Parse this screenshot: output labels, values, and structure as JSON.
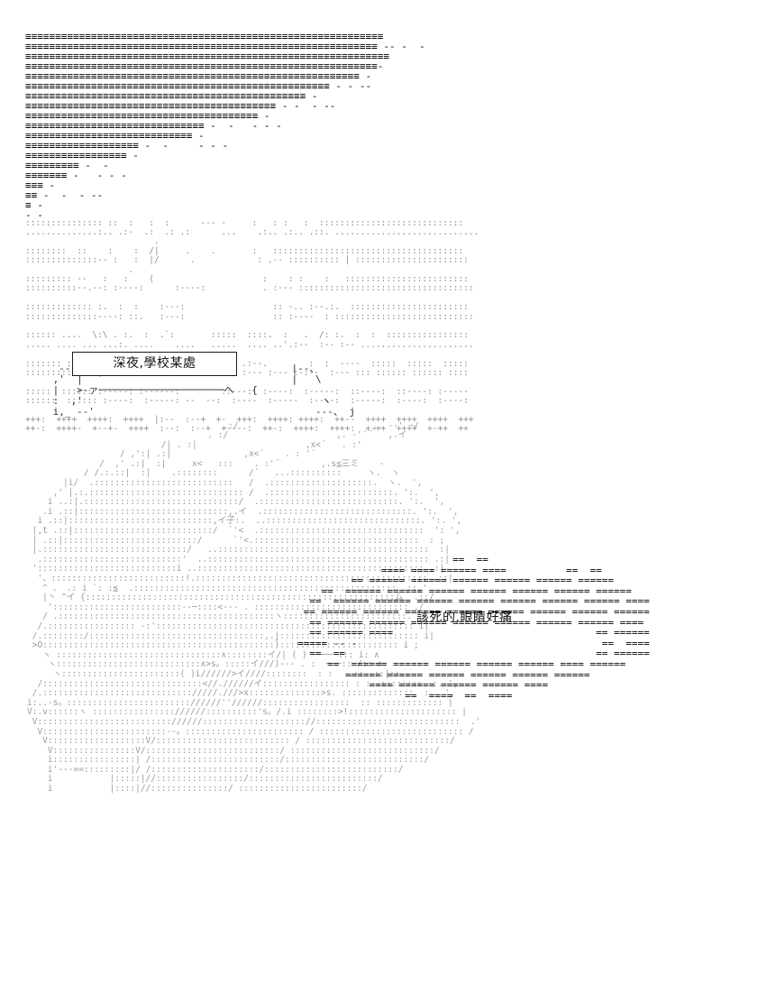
{
  "scene": {
    "kind": "ascii-art-comic-panel",
    "background_color": "#ffffff",
    "ink_color": "#111111",
    "faint_color": "#9a9a9a"
  },
  "caption": {
    "text": "深夜,學校某處",
    "frame_left": "|",
    "frame_right": "|"
  },
  "dialogue": {
    "speaker_line": "該死的,眼睛好痛"
  },
  "sky": {
    "label": "night-sky-band",
    "lines": [
      "≡≡≡≡≡≡≡≡≡≡≡≡≡≡≡≡≡≡≡≡≡≡≡≡≡≡≡≡≡≡≡≡≡≡≡≡≡≡≡≡≡≡≡≡≡≡≡≡≡≡≡≡≡≡≡≡≡≡≡≡",
      "≡≡≡≡≡≡≡≡≡≡≡≡≡≡≡≡≡≡≡≡≡≡≡≡≡≡≡≡≡≡≡≡≡≡≡≡≡≡≡≡≡≡≡≡≡≡≡≡≡≡≡≡≡≡≡≡≡≡≡ -- -  -",
      "≡≡≡≡≡≡≡≡≡≡≡≡≡≡≡≡≡≡≡≡≡≡≡≡≡≡≡≡≡≡≡≡≡≡≡≡≡≡≡≡≡≡≡≡≡≡≡≡≡≡≡≡≡≡≡≡≡≡≡≡≡",
      "≡≡≡≡≡≡≡≡≡≡≡≡≡≡≡≡≡≡≡≡≡≡≡≡≡≡≡≡≡≡≡≡≡≡≡≡≡≡≡≡≡≡≡≡≡≡≡≡≡≡≡≡≡≡≡≡≡≡≡-",
      "≡≡≡≡≡≡≡≡≡≡≡≡≡≡≡≡≡≡≡≡≡≡≡≡≡≡≡≡≡≡≡≡≡≡≡≡≡≡≡≡≡≡≡≡≡≡≡≡≡≡≡≡≡≡≡≡ -",
      "≡≡≡≡≡≡≡≡≡≡≡≡≡≡≡≡≡≡≡≡≡≡≡≡≡≡≡≡≡≡≡≡≡≡≡≡≡≡≡≡≡≡≡≡≡≡≡≡≡≡≡ - - --",
      "≡≡≡≡≡≡≡≡≡≡≡≡≡≡≡≡≡≡≡≡≡≡≡≡≡≡≡≡≡≡≡≡≡≡≡≡≡≡≡≡≡≡≡≡≡≡≡ -",
      "≡≡≡≡≡≡≡≡≡≡≡≡≡≡≡≡≡≡≡≡≡≡≡≡≡≡≡≡≡≡≡≡≡≡≡≡≡≡≡≡≡≡ - -  - --",
      "≡≡≡≡≡≡≡≡≡≡≡≡≡≡≡≡≡≡≡≡≡≡≡≡≡≡≡≡≡≡≡≡≡≡≡≡≡≡≡ -",
      "≡≡≡≡≡≡≡≡≡≡≡≡≡≡≡≡≡≡≡≡≡≡≡≡≡≡≡≡≡≡ -  -   - - -",
      "≡≡≡≡≡≡≡≡≡≡≡≡≡≡≡≡≡≡≡≡≡≡≡≡≡≡≡≡ -",
      "≡≡≡≡≡≡≡≡≡≡≡≡≡≡≡≡≡≡≡ -  -     - - -",
      "≡≡≡≡≡≡≡≡≡≡≡≡≡≡≡≡≡ -",
      "≡≡≡≡≡≡≡≡≡ -  -",
      "≡≡≡≡≡≡≡ -   - - -",
      "≡≡≡ -",
      "≡≡ -  -  - --",
      "≡ -",
      "- -"
    ]
  },
  "clouds": {
    "label": "moon-in-clouds-band",
    "lines": [
      "::::::::::::::: ::  :   :  :      --- -     :   : :   :  ::::::::::::::::::::::::::::",
      "..............:.. .:-  .:  .: .:      ...    .:.. .:.. .::. ............................",
      "                         .                                                            ",
      "::::::::  ::    :    :  /|     .    .       :   :::::::::::::::::::::::::::::::::::::",
      "::::::::::::::-- :   :  |/      .            : .-- :::::::::: | ::::::::::::::::::::::",
      "                    .                                                                  ",
      "::::::::: --   :   :    (                     :    : :    :   ::::::::::::::::::::::::",
      "::::::::::--.--: :----:      :----:           . :--- ::::::::::::::::::::::::::::::::::",
      "                                                                                        ",
      "::::::::::::: :.  :  :    :---:                 :: -.. :--.:.  :::::::::::::::::::::::",
      "::::::::::::::----: ::.   :---:                 :: :----  : :::::::::::::::::::::::::::",
      "                                                                                        ",
      ":::::: ....  \\:\\ . :.  :  .`:       :::::  ::::.  :   .  /: :.  :  :  ::::::::::::::::",
      "..... .... ... ...:. ....    ....   .....  .... ..'.:--  :-- :-- ......................",
      "                                                                                        ",
      "::::::: ::::   --   :-- :-:  :  ---  ---  .:--.        :  :  ----  :::::  :::::  :::::",
      "::::::::::::  |-- :  --:--  :        ---- :--- :--- :-:--  :--- ::: :::::: :::::: ::::",
      "                                                                                        ",
      ":::::  :::::: :-----: :------:        ::---:  :----:  :-----:  ::----:  ::----: :-----",
      "::::::  :::::: :----:  :-----: --  --:  :----  :-----  :----:  :-----:  :----:  :----:",
      "                                                                                        ",
      "+++:  ++++  ++++:  ++++  |:--  :--+  +-  +++:  ++++: ++++:  ++--  ++++  ++++  ++++  +++",
      "++-:  ++++-  +--+-  ++++  :--:  :--+  +----:  ++-:  ++++:  ++++:  +-++  ++++  +-++  ++"
    ]
  },
  "caption_frame": {
    "label": "caption-bracket-art",
    "lines": [
      "  --|                                    |--、",
      " ,'  |                                   |   \\",
      " |   >-ァ─────────────────────ヘ   {",
      " :  ,'                                        ヽ",
      " i,_ --'                                     ---、 j"
    ]
  },
  "figure": {
    "label": "character-ascii-art",
    "lines": [
      "                                      .:/                         _,. -‐' ~/",
      "                                   . :/                     ,. ‐'´    ,.イ",
      "                          /| . :|                     ,x<´   . :'",
      "                  / ,':| .:|              ,x<´    . : '´          ",
      "              /  ,' .:|  :|     x<   :::    . :'´        ,.s≦三ミ    -",
      "           / /.:.::|  :|    .::::::::      /´   ...::::::::::     ヽ.  ヽ",
      "       |i/  .:::::::::::::::::::::::::::   /  .::::::::::::::::::::.  ヽ.  ',",
      "     ,' |.:.:::::::::::::::::::::::::::::: /  .::::::::::::::::::::::::. ':.  ',",
      "    i ..:|.::::::::::::::::::::::::::::::/  .:::::::::::::::::::::::::::. ':.  ',",
      "   .i .::|:::::::::::::::::::::::::::::,.イ  .:::::::::::::::::::::::::::::. ':.  ',",
      "  i .::|::::::::::::::::::::::::::::,イ子:.  ..::::::::::::::::::::::::::::::. ':. ',",
      " |,t .::|:::::::::::::::::::::::::::/  `'<  .::::::::::::::::::::::::::::::::  ': ',",
      " | .::|::::::::::::::::::::::::::/      `'<.::::::::::::::::::::::::::::::::  : ;",
      " |.::::::::::::::::::::::::::::/   ..:::::::::::::::::::::::::::::::::::::::::  :|",
      "  .:::::::::::::::::::::::::::'  ..::::::::::::::::::::::::::::::::::::::::::: .:|",
      " ':::::::::::::::::::::::::::i ..:::::::::::::::::::::::::::::::::::::::::::: .:|",
      "  '、::::::::::::::::::::::::::!.::::::::::::::::::::::::::::::::::::::::::::: .::|",
      "   ^ 、 .: i `: :≦  .::::::::::::::::::::::::::::::::::::::::::::::::::: .::,'",
      "   |丶 ^イ {::::::::::::::::::::::::::::::::::::::::::::::::::::::::::::ム  .::/",
      "    ':::::::::::::::::::::::::-‐─::::<--- . :::::::::::::::::::::::::::::: ./",
      "   / .::::::::::::::::::::::::::::::::::::::::::ヽ::::::::::::::::::::::::.  /",
      "  /.::::::::::::::::: ‐:':::::::::::::::::::::::::::::::::::::::::::::::::: i|",
      " /.::::::::/::::::::::::::::::::::::::::::::::,.j::::::::::::::::::::::::::: i|",
      " >O:::::::::::::::::::::::::::::::::::::::::::::)::::::::::::::::::::::: i ;",
      "   ヽ ::::::::::::::::::::::::::::::::∧::::::::イ/| ( ) ──── ::: i: ∧",
      "    ヽ::::::::::::::::::::::::::::∧>s。:::::イ///)--‐ . :  ───:: /:: ∧",
      "     ヽ:::::::::::::::::::::::( )i//////>イ////::::::::  : :   .:: .::|::..",
      "  /:::::::::::::::::::::::::::::::<//.//////イ::::::::::::::::: : : .::::::::  :. ',",
      " /.::::::::::::::::::::::::::::://///.///>x::::::::::::::>s. ::::::::::::::  :.. ',",
      "i:..‐s。:::::::::::::::::::::::://////''//////:::::::::::::::::  :: ::::::::::::: |",
      "V:.v::::::ヽ :::::::::::::::://////::::::::::'s。/.i ::::::::>!::::::::::::::::::::: |",
      " V:::::::::::::::::::::::::://////:::::::::::::::::::://::::::::::::::::::::::::::::  .'",
      "  V::::::::::::::::::::::::--。::::::::::::::::::::::: / :::::::::::::::::::::::::::: /",
      "   V:::::::::::::::::::V/:::::::::::::::::::::::::: / ::::::::::::::::::::::::::::/",
      "    V::::::::::::::::V/::::::::::::::::::::::::::/ ::::::::::::::::::::::::::::/",
      "    i::::::::::::::::| /:::::::::::::::::::::::::/:::::::::::::::::::::::::::/",
      "    i'---==:::::::::|/ /:::::::::::::::::::::/::::::::::::::::::::::::::/",
      "    i           |:::::|//:::::::::::::::::/:::::::::::::::::::::::::/",
      "    i           |::::|//:::::::::::::::/ ::::::::::::::::::::::::/"
    ]
  },
  "balloon": {
    "label": "speech-balloon-art",
    "lines": [
      "                          ==  ==",
      "              ==== ==== ====== ====          ==  ==",
      "         == ====== ====== ====== ====== ====== ======",
      "    ==  ====== ====== ====== ====== ====== ====== ======",
      "  ==  ====== ====== ====== ====== ====== ====== ====== ====",
      " == ====== ====== ====== ====== ====== ====== ====== ======",
      "  == ====== ====== ====== ====== ====== ====== ====== ====",
      "  == ====== ====                                  == ======",
      "===== -- -                                         ==  ====",
      "  ==  ==                                          == ======",
      "     ==  ====== ====== ====== ====== ====== ==== ======",
      "        ====== ====== ====== ====== ====== ======",
      "            ==== ====== ====== ====== ====",
      "                  ==  ====  ==  ===="
    ]
  }
}
